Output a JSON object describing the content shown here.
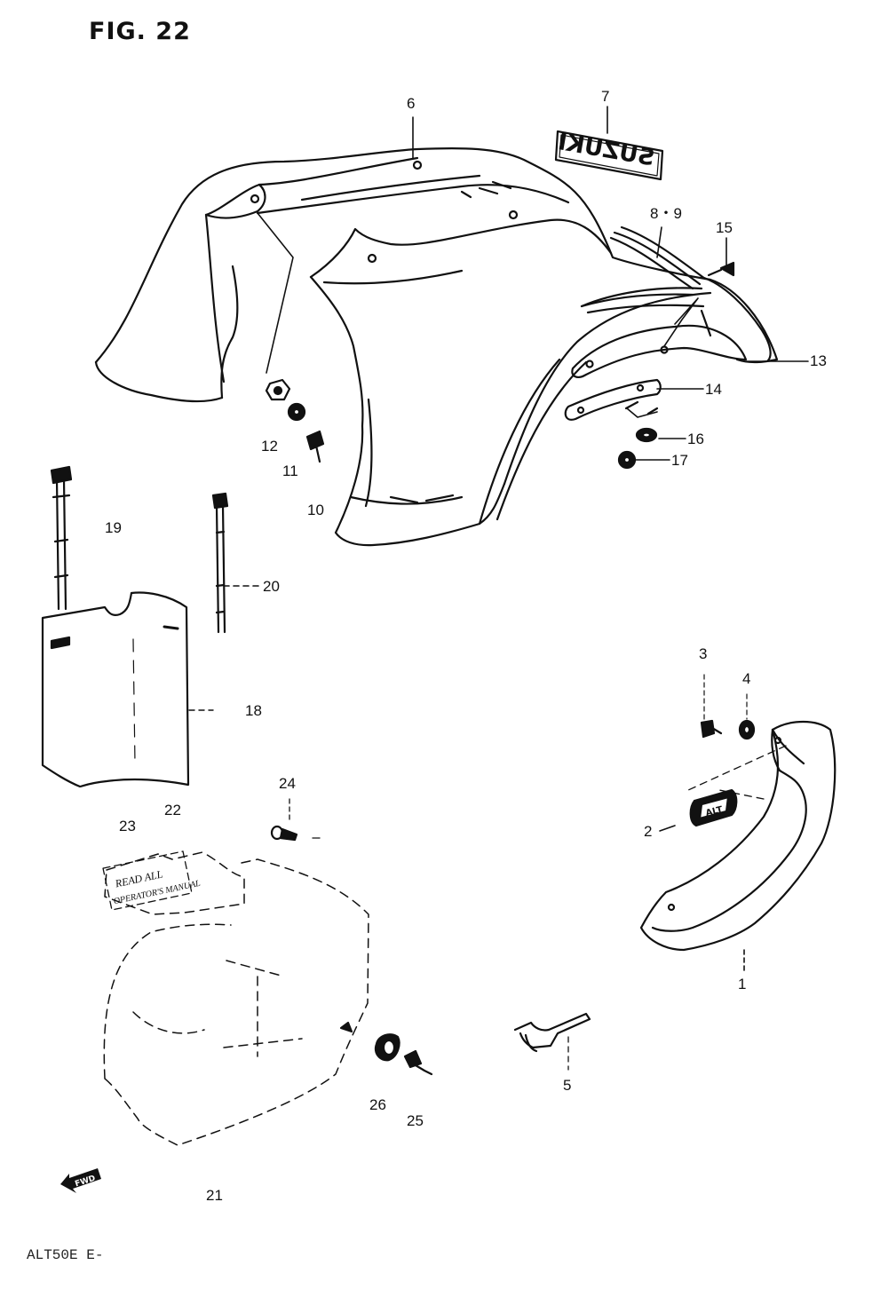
{
  "figure": {
    "title": "FIG. 22",
    "model_code": "ALT50E  E-",
    "fwd_label": "FWD",
    "decal_text": "SUZUKI",
    "patch_text": "ALT",
    "warning_label_lines": [
      "READ ALL",
      "OPERATOR'S MANUAL"
    ]
  },
  "callouts": [
    {
      "id": "c1",
      "label": "1"
    },
    {
      "id": "c2",
      "label": "2"
    },
    {
      "id": "c3",
      "label": "3"
    },
    {
      "id": "c4",
      "label": "4"
    },
    {
      "id": "c5",
      "label": "5"
    },
    {
      "id": "c6",
      "label": "6"
    },
    {
      "id": "c7",
      "label": "7"
    },
    {
      "id": "c89",
      "label": "8・9"
    },
    {
      "id": "c10",
      "label": "10"
    },
    {
      "id": "c11",
      "label": "11"
    },
    {
      "id": "c12",
      "label": "12"
    },
    {
      "id": "c13",
      "label": "13"
    },
    {
      "id": "c14",
      "label": "14"
    },
    {
      "id": "c15",
      "label": "15"
    },
    {
      "id": "c16",
      "label": "16"
    },
    {
      "id": "c17",
      "label": "17"
    },
    {
      "id": "c18",
      "label": "18"
    },
    {
      "id": "c19",
      "label": "19"
    },
    {
      "id": "c20",
      "label": "20"
    },
    {
      "id": "c21",
      "label": "21"
    },
    {
      "id": "c22",
      "label": "22"
    },
    {
      "id": "c23",
      "label": "23"
    },
    {
      "id": "c24",
      "label": "24"
    },
    {
      "id": "c25",
      "label": "25"
    },
    {
      "id": "c26",
      "label": "26"
    }
  ]
}
